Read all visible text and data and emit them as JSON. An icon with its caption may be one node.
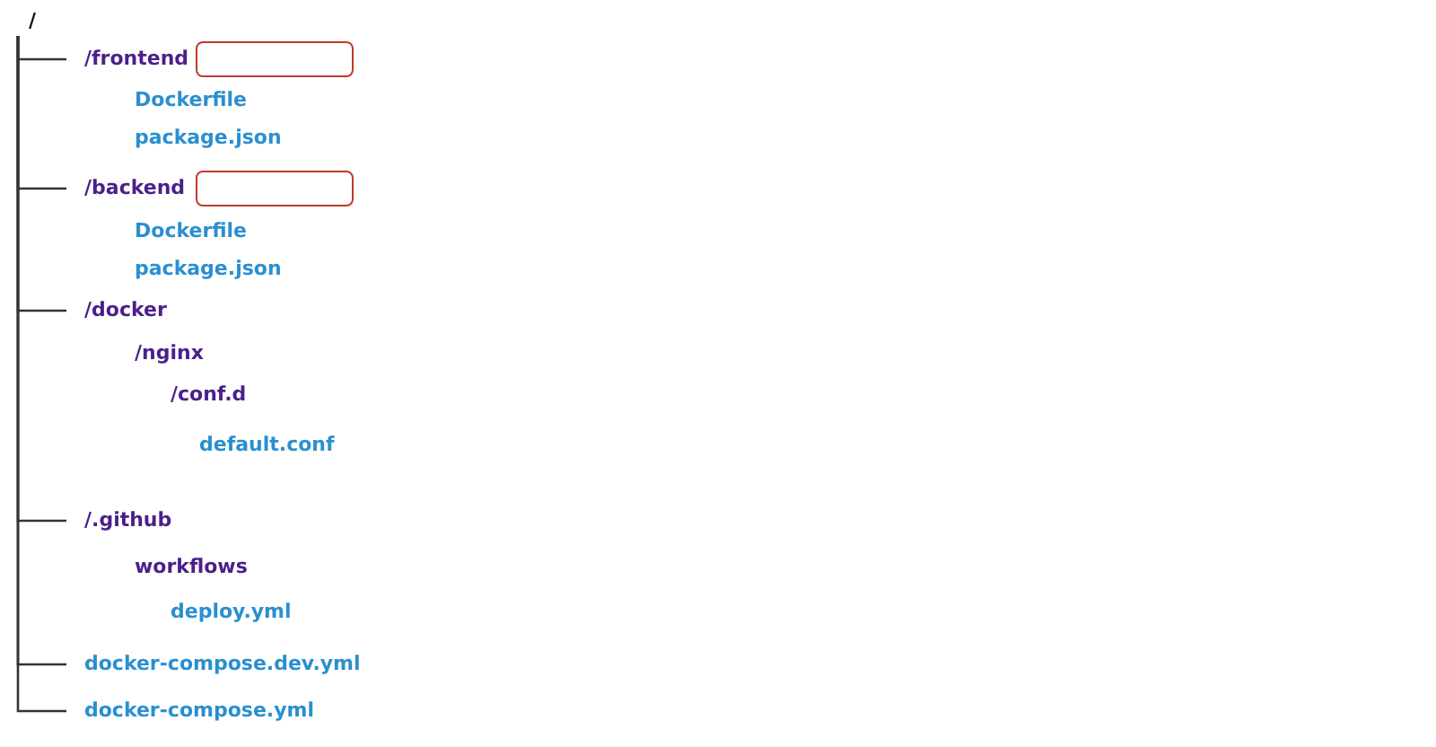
{
  "diagram": {
    "nodes": [
      {
        "text": [
          "/"
        ]
      },
      {
        "text": [
          "/frontend"
        ]
      },
      {
        "text": [],
        "shape": "box"
      },
      {
        "text": [
          "Dockerfile"
        ]
      },
      {
        "text": [
          "package.json"
        ]
      },
      {
        "text": [
          "/backend"
        ]
      },
      {
        "text": [],
        "shape": "box"
      },
      {
        "text": [
          "Dockerfile"
        ]
      },
      {
        "text": [
          "package.json"
        ]
      },
      {
        "text": [
          "/docker"
        ]
      },
      {
        "text": [
          "/nginx"
        ]
      },
      {
        "text": [
          "/conf.d"
        ]
      },
      {
        "text": [
          "default.conf"
        ]
      },
      {
        "text": [
          "/.github"
        ]
      },
      {
        "text": [
          "workflows"
        ]
      },
      {
        "text": [
          "deploy.yml"
        ]
      },
      {
        "text": [
          "docker-compose.dev.yml"
        ]
      },
      {
        "text": [
          "docker-compose.yml"
        ]
      }
    ],
    "edges": [
      {
        "from": 0,
        "to": 1,
        "arrow": "none"
      },
      {
        "from": 0,
        "to": 5,
        "arrow": "none"
      },
      {
        "from": 0,
        "to": 9,
        "arrow": "none"
      },
      {
        "from": 0,
        "to": 13,
        "arrow": "none"
      },
      {
        "from": 0,
        "to": 16,
        "arrow": "none"
      },
      {
        "from": 0,
        "to": 17,
        "arrow": "none"
      }
    ]
  }
}
